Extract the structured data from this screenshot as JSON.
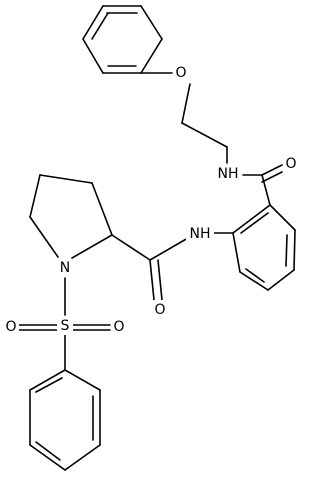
{
  "atoms": {
    "ether_o": "O",
    "amide_nh_top": "NH",
    "carbonyl_o_top": "O",
    "amide_nh_mid": "NH",
    "carbonyl_o_mid": "O",
    "ring_n": "N",
    "sulfur": "S",
    "sulfonyl_o_left": "O",
    "sulfonyl_o_right": "O"
  },
  "colors": {
    "bond": "#000000",
    "label": "#000000",
    "background": "#ffffff"
  }
}
